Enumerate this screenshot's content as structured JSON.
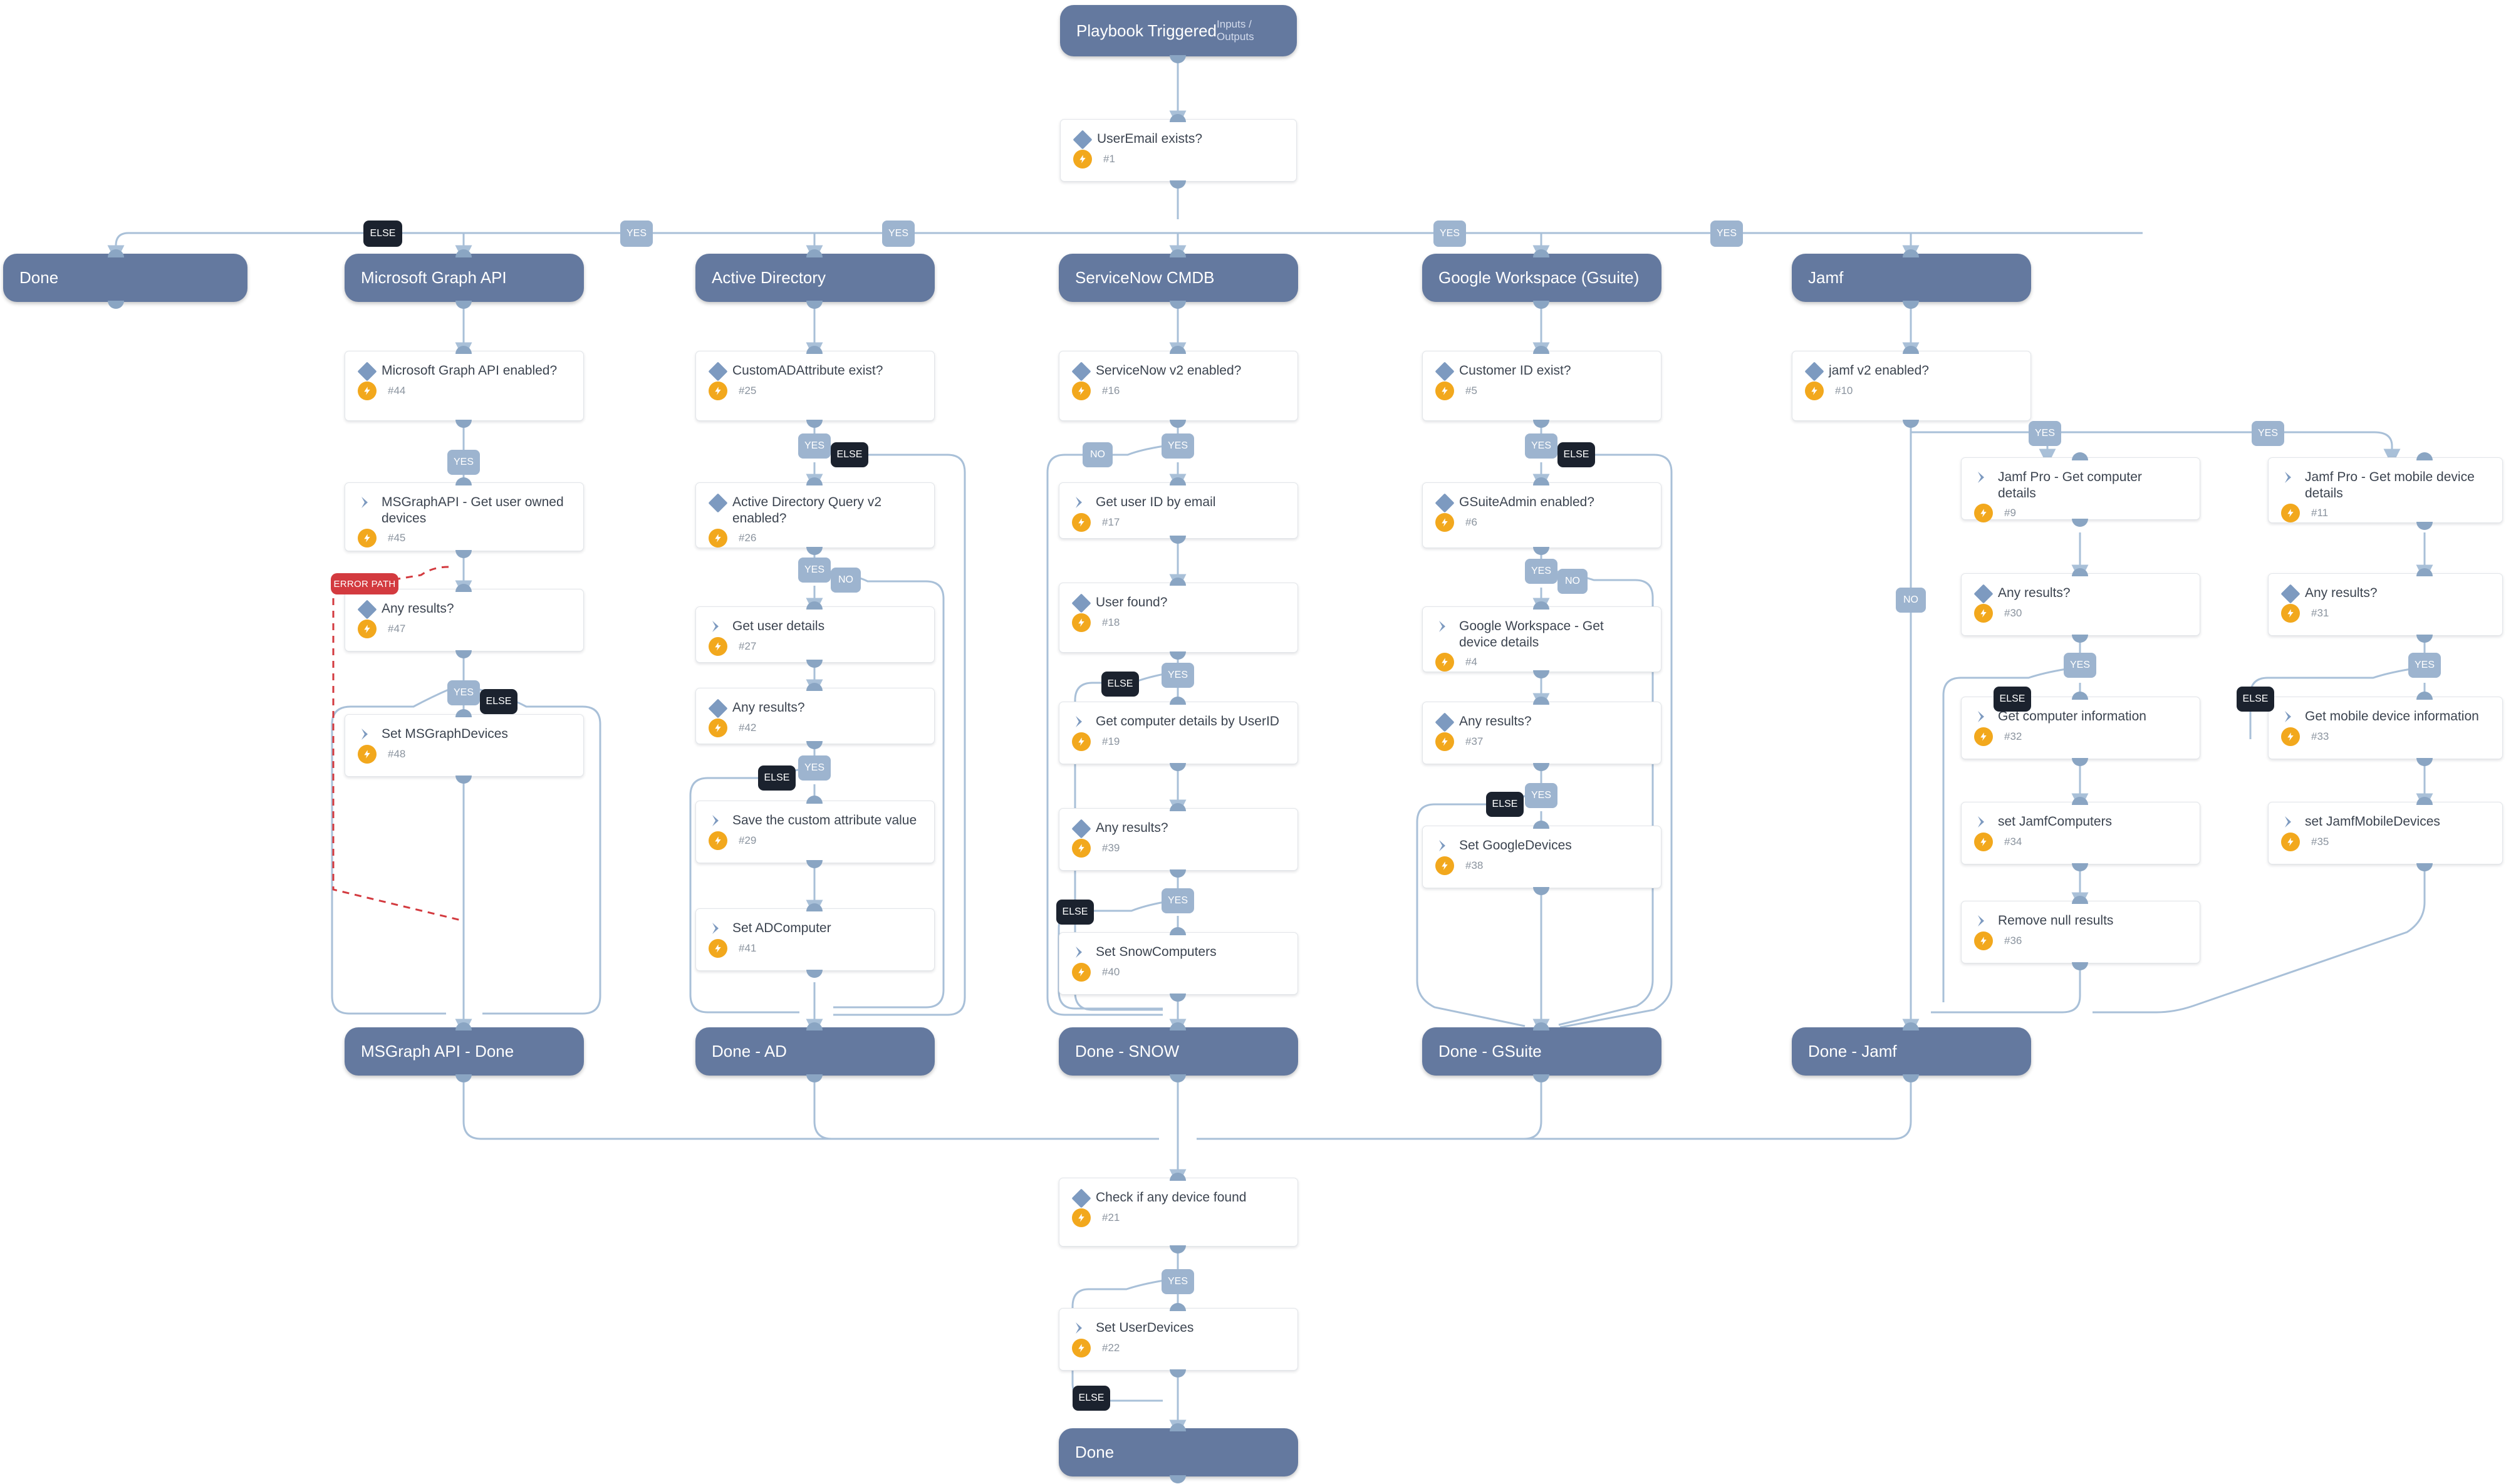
{
  "title": "Playbook device-lookup workflow",
  "colors": {
    "bar": "#64799f",
    "card_bg": "#ffffff",
    "wire": "#a9c0d8",
    "pill_yes": "#9db4cf",
    "pill_else": "#1b222e",
    "error": "#d33a3f",
    "bolt": "#f2a81d",
    "glyph": "#7d9ac0"
  },
  "trigger": {
    "label": "Playbook Triggered",
    "sub": "Inputs / Outputs"
  },
  "root_condition": {
    "title": "UserEmail exists?",
    "num": "#1",
    "kind": "condition"
  },
  "branch_labels": {
    "else": "ELSE",
    "yes": "YES",
    "no": "NO",
    "error": "ERROR PATH"
  },
  "sections": [
    {
      "id": "done-left",
      "header": "Done",
      "entry_label": "ELSE",
      "footer": null,
      "nodes": []
    },
    {
      "id": "msgraph",
      "header": "Microsoft Graph API",
      "entry_label": "ELSE",
      "footer": "MSGraph API - Done",
      "nodes": [
        {
          "title": "Microsoft Graph API enabled?",
          "num": "#44",
          "kind": "condition"
        },
        {
          "title": "MSGraphAPI - Get user owned devices",
          "num": "#45",
          "kind": "action"
        },
        {
          "title": "Any results?",
          "num": "#47",
          "kind": "condition"
        },
        {
          "title": "Set MSGraphDevices",
          "num": "#48",
          "kind": "action"
        }
      ]
    },
    {
      "id": "activedirectory",
      "header": "Active Directory",
      "entry_label": "YES",
      "footer": "Done - AD",
      "nodes": [
        {
          "title": "CustomADAttribute exist?",
          "num": "#25",
          "kind": "condition"
        },
        {
          "title": "Active Directory Query v2 enabled?",
          "num": "#26",
          "kind": "condition"
        },
        {
          "title": "Get user details",
          "num": "#27",
          "kind": "action"
        },
        {
          "title": "Any results?",
          "num": "#42",
          "kind": "condition"
        },
        {
          "title": "Save the custom attribute value",
          "num": "#29",
          "kind": "action"
        },
        {
          "title": "Set ADComputer",
          "num": "#41",
          "kind": "action"
        }
      ]
    },
    {
      "id": "servicenow",
      "header": "ServiceNow CMDB",
      "entry_label": "YES",
      "footer": "Done - SNOW",
      "nodes": [
        {
          "title": "ServiceNow v2 enabled?",
          "num": "#16",
          "kind": "condition"
        },
        {
          "title": "Get user ID by email",
          "num": "#17",
          "kind": "action"
        },
        {
          "title": "User found?",
          "num": "#18",
          "kind": "condition"
        },
        {
          "title": "Get computer details by UserID",
          "num": "#19",
          "kind": "action"
        },
        {
          "title": "Any results?",
          "num": "#39",
          "kind": "condition"
        },
        {
          "title": "Set SnowComputers",
          "num": "#40",
          "kind": "action"
        }
      ]
    },
    {
      "id": "gsuite",
      "header": "Google Workspace (Gsuite)",
      "entry_label": "YES",
      "footer": "Done - GSuite",
      "nodes": [
        {
          "title": "Customer ID exist?",
          "num": "#5",
          "kind": "condition"
        },
        {
          "title": "GSuiteAdmin enabled?",
          "num": "#6",
          "kind": "condition"
        },
        {
          "title": "Google Workspace - Get device details",
          "num": "#4",
          "kind": "action"
        },
        {
          "title": "Any results?",
          "num": "#37",
          "kind": "condition"
        },
        {
          "title": "Set GoogleDevices",
          "num": "#38",
          "kind": "action"
        }
      ]
    },
    {
      "id": "jamf",
      "header": "Jamf",
      "entry_label": "YES",
      "footer": "Done - Jamf",
      "nodes": [
        {
          "title": "jamf v2 enabled?",
          "num": "#10",
          "kind": "condition"
        },
        {
          "title": "Jamf Pro - Get computer details",
          "num": "#9",
          "kind": "action"
        },
        {
          "title": "Any results?",
          "num": "#30",
          "kind": "condition"
        },
        {
          "title": "Get computer information",
          "num": "#32",
          "kind": "action"
        },
        {
          "title": "set JamfComputers",
          "num": "#34",
          "kind": "action"
        },
        {
          "title": "Remove null results",
          "num": "#36",
          "kind": "action"
        },
        {
          "title": "Jamf Pro - Get mobile device details",
          "num": "#11",
          "kind": "action"
        },
        {
          "title": "Any results?",
          "num": "#31",
          "kind": "condition"
        },
        {
          "title": "Get mobile device information",
          "num": "#33",
          "kind": "action"
        },
        {
          "title": "set JamfMobileDevices",
          "num": "#35",
          "kind": "action"
        }
      ]
    }
  ],
  "merge": {
    "check": {
      "title": "Check if any device found",
      "num": "#21",
      "kind": "condition"
    },
    "set": {
      "title": "Set UserDevices",
      "num": "#22",
      "kind": "action"
    },
    "done": "Done"
  }
}
